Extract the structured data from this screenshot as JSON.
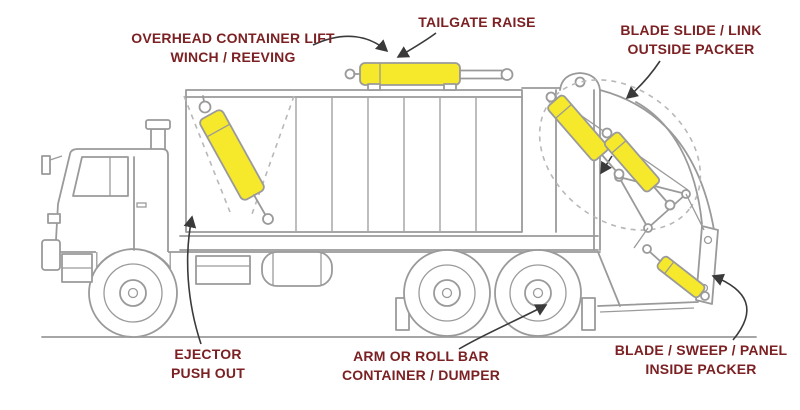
{
  "diagram": {
    "labels": {
      "overhead": {
        "line1": "OVERHEAD CONTAINER LIFT",
        "line2": "WINCH / REEVING"
      },
      "tailgate_raise": {
        "line1": "TAILGATE RAISE"
      },
      "blade_slide": {
        "line1": "BLADE SLIDE / LINK",
        "line2": "OUTSIDE PACKER"
      },
      "ejector": {
        "line1": "EJECTOR",
        "line2": "PUSH OUT"
      },
      "arm_roll_bar": {
        "line1": "ARM OR ROLL BAR",
        "line2": "CONTAINER / DUMPER"
      },
      "inside_packer": {
        "line1": "BLADE / SWEEP / PANEL",
        "line2": "INSIDE PACKER"
      }
    },
    "colors": {
      "label_text": "#7c2123",
      "cylinder_fill": "#f6e82a",
      "line_gray": "#9a9a9a",
      "dash_gray": "#b8b8b8",
      "arrow_dark": "#3a3a3a",
      "background": "#ffffff"
    }
  }
}
